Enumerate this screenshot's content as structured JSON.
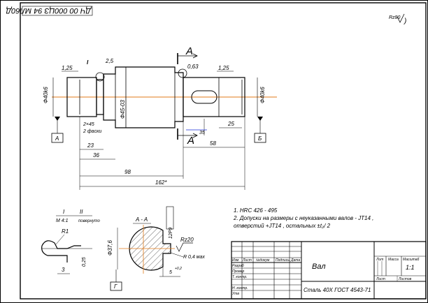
{
  "drawing": {
    "doc_code": "ДЧ 00 000ЦЗ 94 МЛ60Д",
    "roughness_general": "Rz80",
    "dimensions": {
      "d_left_journal": "Ф40k6",
      "d_right_journal": "Ф40k6",
      "d_center": "Ф45-03",
      "chamfer_note": "2×45",
      "chamfers_count": "2 фаски",
      "len_23": "23",
      "len_36": "36",
      "len_98": "98",
      "len_total": "162*",
      "len_25": "25",
      "len_58": "58",
      "len_35": "35",
      "groove_2_5": "2,5",
      "rough_1": "1,25",
      "rough_2": "0,63",
      "rough_3": "1,25"
    },
    "section_mark": "A",
    "section_mark_2": "A",
    "datums": {
      "a": "A",
      "b": "Б",
      "g": "Г"
    },
    "notes": [
      "1. HRC 426 - 495",
      "2. Допуски на размеры с неуказанными валов - JT14 ,",
      "   отверстий +JT14 , остальных ±t₂/ 2"
    ],
    "detail_view": {
      "label_i": "I",
      "label_ii": "II",
      "scale": "M 4:1",
      "rotated": "повернуто",
      "r1": "R1",
      "d_025": "0,25",
      "d_3": "3"
    },
    "section_view": {
      "title": "A - A",
      "diameter": "Ф37,6",
      "width": "12P9",
      "depth": "5",
      "depth_tol": "+0,2",
      "rz": "Rz20",
      "r_max": "R 0,4 мах"
    },
    "title_block": {
      "part_name": "Вал",
      "material": "Сталь 40Х ГОСТ 4543-71",
      "col_lit": "Лит",
      "col_mass": "Масса",
      "col_scale": "Масштаб",
      "scale_value": "1:1",
      "sheet": "Лист",
      "sheets": "Листов",
      "rows": [
        "Изм",
        "Лист",
        "№докум",
        "Подпись",
        "Дата"
      ],
      "roles": [
        "Разраб",
        "Провер",
        "Т. контр.",
        "Н. контр.",
        "Утв"
      ]
    }
  }
}
